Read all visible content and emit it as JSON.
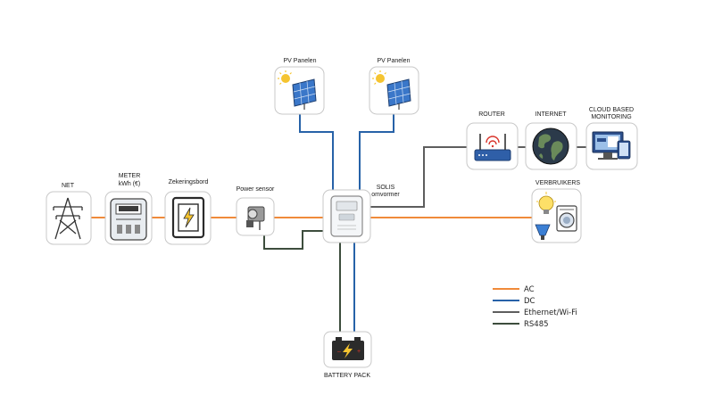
{
  "colors": {
    "ac": "#f08a3a",
    "dc": "#2762a8",
    "ethernet": "#5e5e5e",
    "rs485": "#3d4d3d"
  },
  "nodes": {
    "net": {
      "label": "NET",
      "icon": "power-pylon-icon"
    },
    "meter": {
      "label_line1": "METER",
      "label_line2": "kWh (€)",
      "icon": "electricity-meter-icon"
    },
    "fuse_board": {
      "label": "Zekeringsbord",
      "icon": "fuse-board-icon"
    },
    "power_sensor": {
      "label": "Power sensor",
      "icon": "power-sensor-icon"
    },
    "inverter": {
      "label_line1": "SOLIS",
      "label_line2": "omvormer",
      "icon": "inverter-icon"
    },
    "pv_left": {
      "label": "PV Panelen",
      "icon": "solar-panel-icon"
    },
    "pv_right": {
      "label": "PV Panelen",
      "icon": "solar-panel-icon"
    },
    "router": {
      "label": "ROUTER",
      "icon": "router-icon"
    },
    "internet": {
      "label": "INTERNET",
      "icon": "globe-icon"
    },
    "cloud": {
      "label_line1": "CLOUD BASED",
      "label_line2": "MONITORING",
      "icon": "monitoring-devices-icon"
    },
    "consumers": {
      "label": "VERBRUIKERS",
      "icon": "appliances-icon"
    },
    "battery": {
      "label": "BATTERY PACK",
      "icon": "battery-icon"
    }
  },
  "legend": [
    {
      "label": "AC",
      "color_key": "ac"
    },
    {
      "label": "DC",
      "color_key": "dc"
    },
    {
      "label": "Ethernet/Wi-Fi",
      "color_key": "ethernet"
    },
    {
      "label": "RS485",
      "color_key": "rs485"
    }
  ]
}
